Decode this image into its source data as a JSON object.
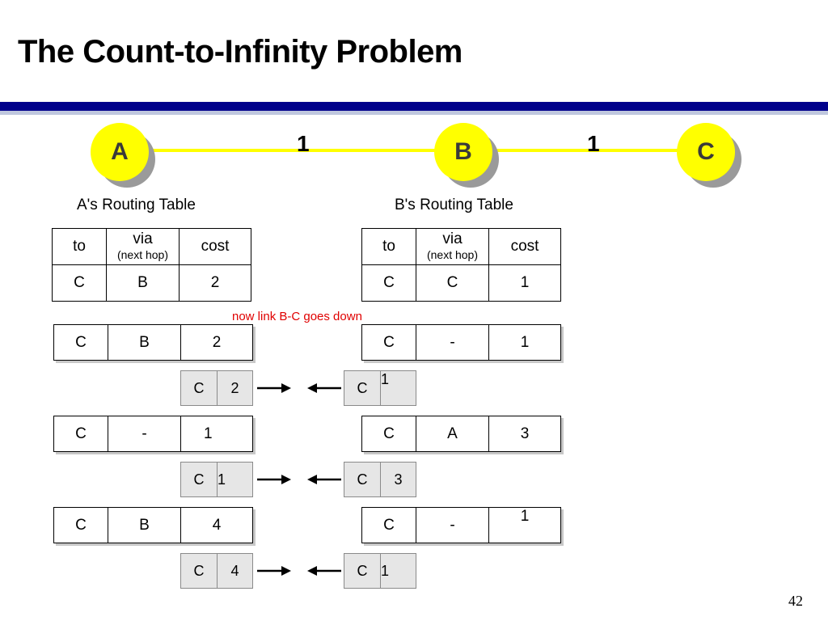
{
  "slide": {
    "title": "The Count-to-Infinity Problem",
    "page_number": "42",
    "note": "now link B-C goes down"
  },
  "network": {
    "nodes": [
      "A",
      "B",
      "C"
    ],
    "links": [
      {
        "from": "A",
        "to": "B",
        "cost": "1"
      },
      {
        "from": "B",
        "to": "C",
        "cost": "1"
      }
    ],
    "node_color": "#ffff00",
    "link_color": "#ffff00"
  },
  "tables": {
    "a_title": "A's Routing Table",
    "b_title": "B's Routing Table",
    "header": {
      "to": "to",
      "via": "via",
      "via_sub": "(next hop)",
      "cost": "cost"
    },
    "a_rows": [
      {
        "to": "C",
        "via": "B",
        "cost": "2"
      },
      {
        "to": "C",
        "via": "B",
        "cost": "2"
      },
      {
        "to": "C",
        "via": "-",
        "cost": "1"
      },
      {
        "to": "C",
        "via": "B",
        "cost": "4"
      }
    ],
    "b_rows": [
      {
        "to": "C",
        "via": "C",
        "cost": "1"
      },
      {
        "to": "C",
        "via": "-",
        "cost": "1"
      },
      {
        "to": "C",
        "via": "A",
        "cost": "3"
      },
      {
        "to": "C",
        "via": "-",
        "cost": "1"
      }
    ]
  },
  "messages": [
    {
      "a_to_b": {
        "dest": "C",
        "cost": "2"
      },
      "b_to_a": {
        "dest": "C",
        "cost": "1"
      }
    },
    {
      "a_to_b": {
        "dest": "C",
        "cost": "1"
      },
      "b_to_a": {
        "dest": "C",
        "cost": "3"
      }
    },
    {
      "a_to_b": {
        "dest": "C",
        "cost": "4"
      },
      "b_to_a": {
        "dest": "C",
        "cost": "1"
      }
    }
  ],
  "colors": {
    "title_bar": "#00008b",
    "note": "#e00000",
    "message_bg": "#e6e6e6"
  }
}
